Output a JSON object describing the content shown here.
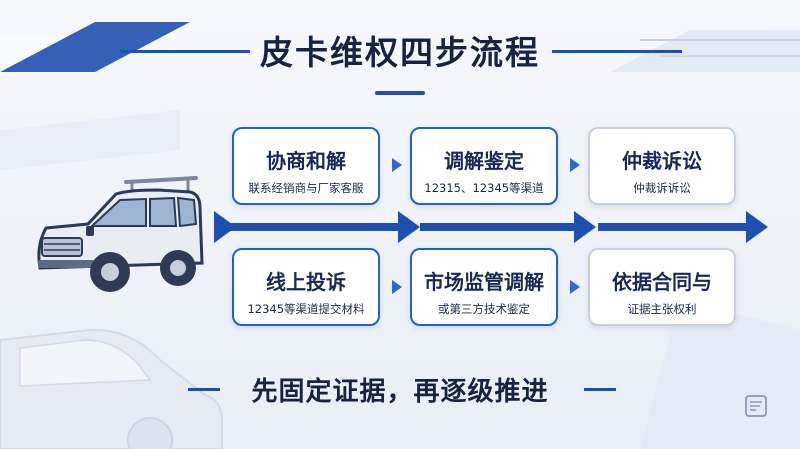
{
  "title": "皮卡维权四步流程",
  "steps_top": [
    {
      "title": "协商和解",
      "sub": "联系经销商与厂家客服"
    },
    {
      "title": "调解鉴定",
      "sub": "12315、12345等渠道"
    },
    {
      "title": "仲裁诉讼",
      "sub": "仲裁诉诉讼"
    }
  ],
  "steps_bottom": [
    {
      "title": "线上投诉",
      "sub": "12345等渠道提交材料"
    },
    {
      "title": "市场监管调解",
      "sub": "或第三方技术鉴定"
    },
    {
      "title": "依据合同与",
      "sub": "证据主张权利"
    }
  ],
  "slogan": "先固定证据，再逐级推进",
  "icons": [
    "pickup-truck-icon",
    "chevron-right-icon",
    "arrow-right-icon",
    "document-icon"
  ],
  "colors": {
    "accent": "#1f4fb0",
    "card_border": "#2a5fc4",
    "text": "#17233f"
  }
}
